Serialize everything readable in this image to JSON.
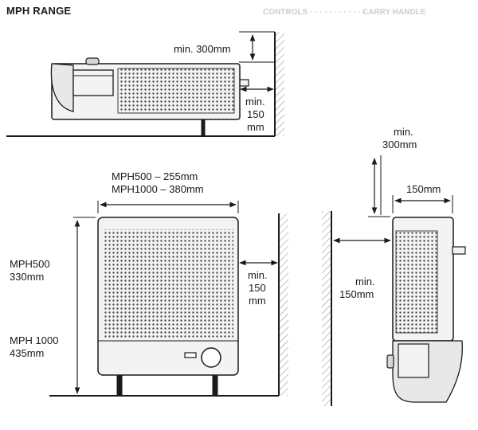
{
  "title": "MPH RANGE",
  "side_view": {
    "top_clearance": "min. 300mm",
    "wall_clearance_line1": "min.",
    "wall_clearance_line2": "150",
    "wall_clearance_line3": "mm"
  },
  "front_view": {
    "width_line1": "MPH500 – 255mm",
    "width_line2": "MPH1000 – 380mm",
    "height_mph500_line1": "MPH500",
    "height_mph500_line2": "330mm",
    "height_mph1000_line1": "MPH 1000",
    "height_mph1000_line2": "435mm",
    "wall_clearance_line1": "min.",
    "wall_clearance_line2": "150",
    "wall_clearance_line3": "mm"
  },
  "wall_view": {
    "top_clearance_line1": "min.",
    "top_clearance_line2": "300mm",
    "depth": "150mm",
    "wall_clearance_line1": "min.",
    "wall_clearance_line2": "150mm"
  },
  "colors": {
    "line": "#1a1a1a",
    "heater_fill": "#f3f3f3",
    "background_text": "#c9ced6"
  }
}
